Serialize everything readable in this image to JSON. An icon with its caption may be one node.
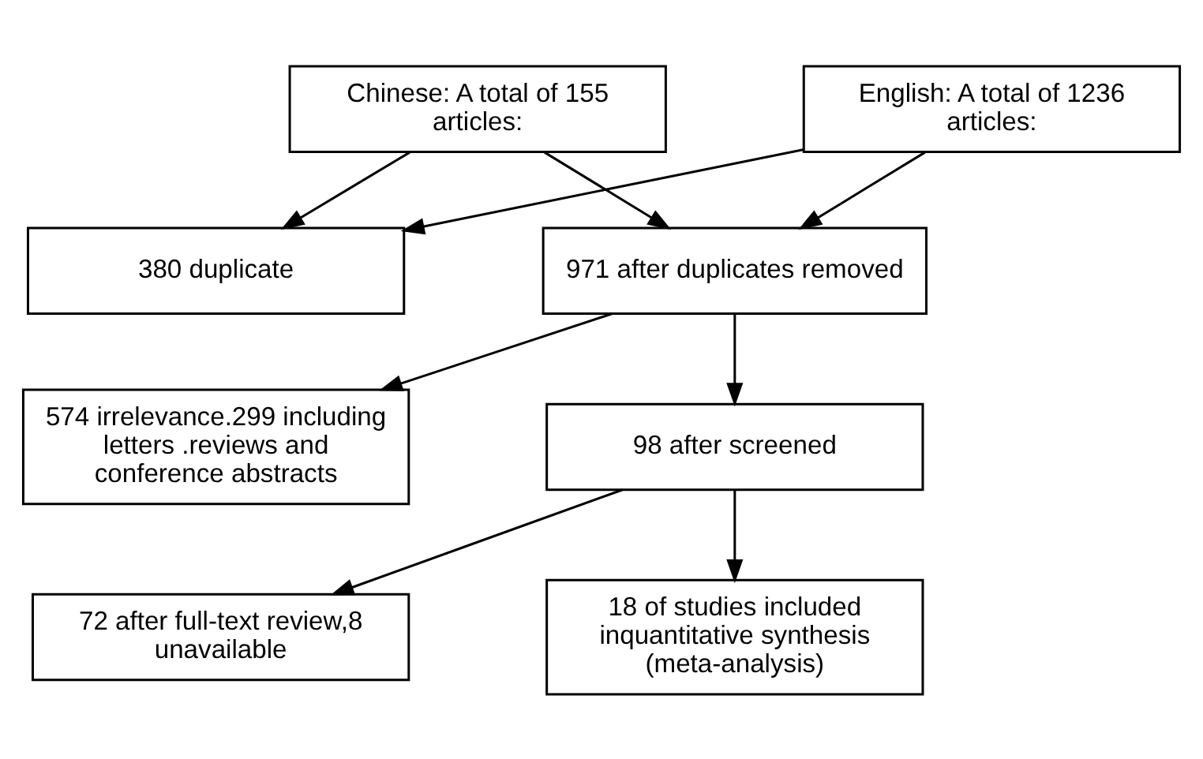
{
  "diagram": {
    "nodes": [
      {
        "text": [
          "Chinese: A total of 155 articles:"
        ]
      },
      {
        "text": [
          "English: A total of 1236 articles:"
        ]
      },
      {
        "text": [
          "380 duplicate"
        ]
      },
      {
        "text": [
          "971 after duplicates removed"
        ]
      },
      {
        "text": [
          "574 irrelevance.299 including letters .reviews and conference abstracts"
        ]
      },
      {
        "text": [
          "98 after screened"
        ]
      },
      {
        "text": [
          "72 after full-text review,8 unavailable"
        ]
      },
      {
        "text": [
          "18 of studies included inquantitative synthesis (meta-analysis)"
        ]
      }
    ],
    "edges": [
      {
        "from": 0,
        "to": 3,
        "arrow": "to"
      },
      {
        "from": 1,
        "to": 3,
        "arrow": "to"
      },
      {
        "from": 0,
        "to": 2,
        "arrow": "to"
      },
      {
        "from": 1,
        "to": 2,
        "arrow": "to"
      },
      {
        "from": 3,
        "to": 5,
        "arrow": "to"
      },
      {
        "from": 3,
        "to": 4,
        "arrow": "to"
      },
      {
        "from": 5,
        "to": 7,
        "arrow": "to"
      },
      {
        "from": 5,
        "to": 6,
        "arrow": "to"
      }
    ]
  }
}
